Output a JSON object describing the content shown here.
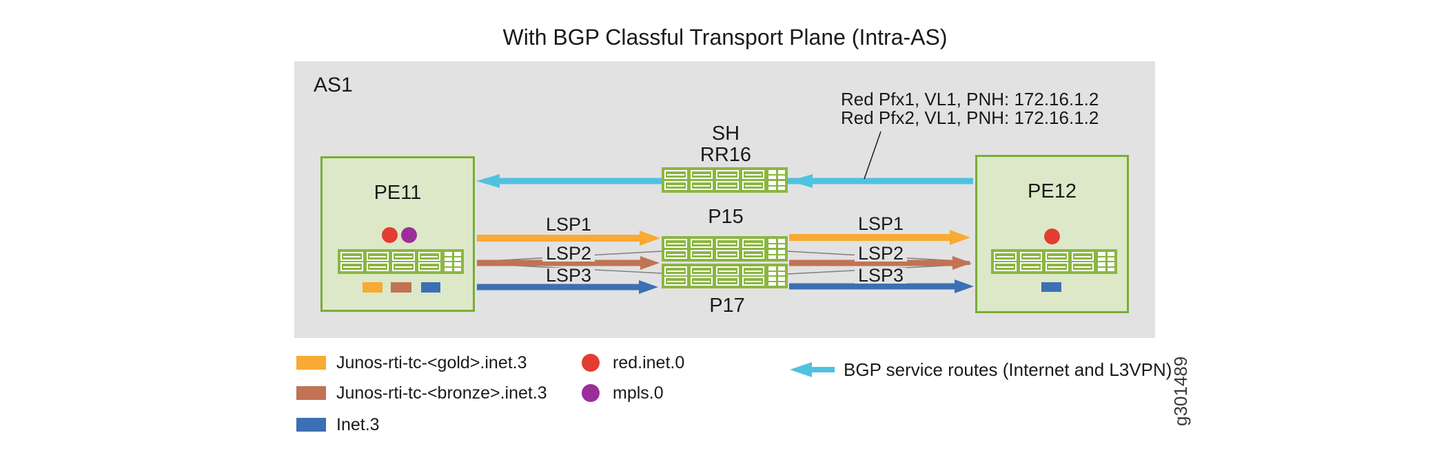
{
  "title": "With BGP Classful Transport Plane (Intra-AS)",
  "figure_number": "g301489",
  "colors": {
    "panel_gray": "#E2E2E2",
    "pe_fill": "#DCE8C8",
    "pe_border": "#79AD35",
    "router_green": "#8BB640",
    "gold": "#F8AA32",
    "bronze": "#C17353",
    "inet_blue": "#3C70B4",
    "service_cyan": "#4FC2E1",
    "red_dot": "#E33D33",
    "mpls_purple": "#9B2E9B",
    "link_gray": "#7F7F7F"
  },
  "diagram": {
    "as_label": "AS1",
    "pe11": "PE11",
    "pe12": "PE12",
    "rr_role": "SH",
    "rr": "RR16",
    "p_top": "P15",
    "p_bottom": "P17",
    "lsp_left": [
      "LSP1",
      "LSP2",
      "LSP3"
    ],
    "lsp_right": [
      "LSP1",
      "LSP2",
      "LSP3"
    ],
    "annotation_line1": "Red Pfx1, VL1, PNH: 172.16.1.2",
    "annotation_line2": "Red Pfx2, VL1, PNH: 172.16.1.2"
  },
  "legend": {
    "gold_label": "Junos-rti-tc-<gold>.inet.3",
    "bronze_label": "Junos-rti-tc-<bronze>.inet.3",
    "inet_label": "Inet.3",
    "red_label": "red.inet.0",
    "mpls_label": "mpls.0",
    "bgp_label": "BGP service routes (Internet and L3VPN)"
  }
}
